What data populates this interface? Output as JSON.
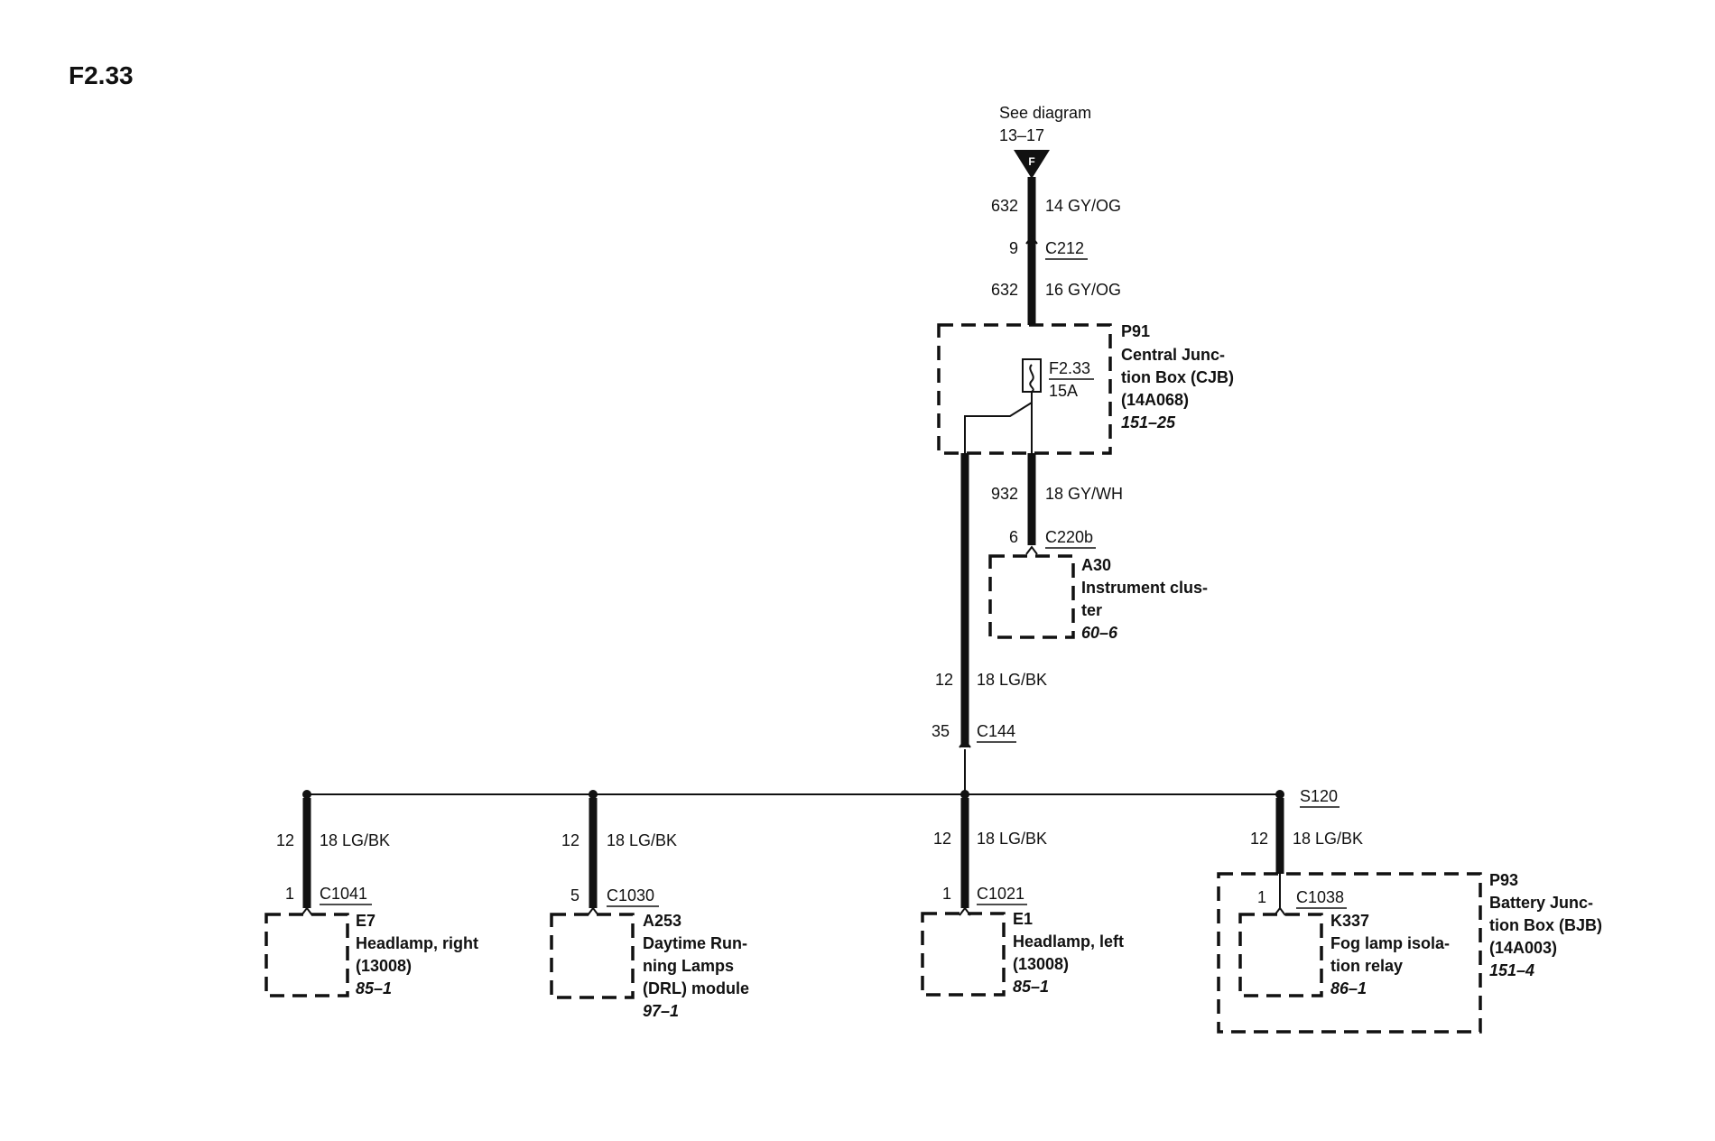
{
  "title": "F2.33",
  "source": {
    "line1": "See diagram",
    "line2": "13–17",
    "symbol": "F"
  },
  "top_wires": [
    {
      "circuit": "632",
      "gauge_color": "14 GY/OG"
    },
    {
      "circuit": "632",
      "gauge_color": "16 GY/OG"
    }
  ],
  "c212": {
    "pin": "9",
    "connector": "C212"
  },
  "fuse": {
    "name": "F2.33",
    "rating": "15A"
  },
  "cjb": {
    "id": "P91",
    "lines": [
      "Central Junc-",
      "tion Box (CJB)",
      "(14A068)"
    ],
    "ref": "151–25"
  },
  "wire_932": {
    "circuit": "932",
    "gauge_color": "18 GY/WH"
  },
  "c220b": {
    "pin": "6",
    "connector": "C220b"
  },
  "cluster": {
    "id": "A30",
    "lines": [
      "Instrument clus-",
      "ter"
    ],
    "ref": "60–6"
  },
  "wire_trunk": {
    "circuit": "12",
    "gauge_color": "18 LG/BK"
  },
  "c144": {
    "pin": "35",
    "connector": "C144"
  },
  "splice": {
    "name": "S120"
  },
  "branches": [
    {
      "circuit": "12",
      "gauge_color": "18 LG/BK",
      "pin": "1",
      "connector": "C1041",
      "comp_id": "E7",
      "comp_lines": [
        "Headlamp, right",
        "(13008)"
      ],
      "ref": "85–1"
    },
    {
      "circuit": "12",
      "gauge_color": "18 LG/BK",
      "pin": "5",
      "connector": "C1030",
      "comp_id": "A253",
      "comp_lines": [
        "Daytime Run-",
        "ning Lamps",
        "(DRL) module"
      ],
      "ref": "97–1"
    },
    {
      "circuit": "12",
      "gauge_color": "18 LG/BK",
      "pin": "1",
      "connector": "C1021",
      "comp_id": "E1",
      "comp_lines": [
        "Headlamp, left",
        "(13008)"
      ],
      "ref": "85–1"
    },
    {
      "circuit": "12",
      "gauge_color": "18 LG/BK",
      "pin": "1",
      "connector": "C1038",
      "comp_id": "K337",
      "comp_lines": [
        "Fog lamp isola-",
        "tion relay"
      ],
      "ref": "86–1"
    }
  ],
  "bjb": {
    "id": "P93",
    "lines": [
      "Battery Junc-",
      "tion Box (BJB)",
      "(14A003)"
    ],
    "ref": "151–4"
  }
}
